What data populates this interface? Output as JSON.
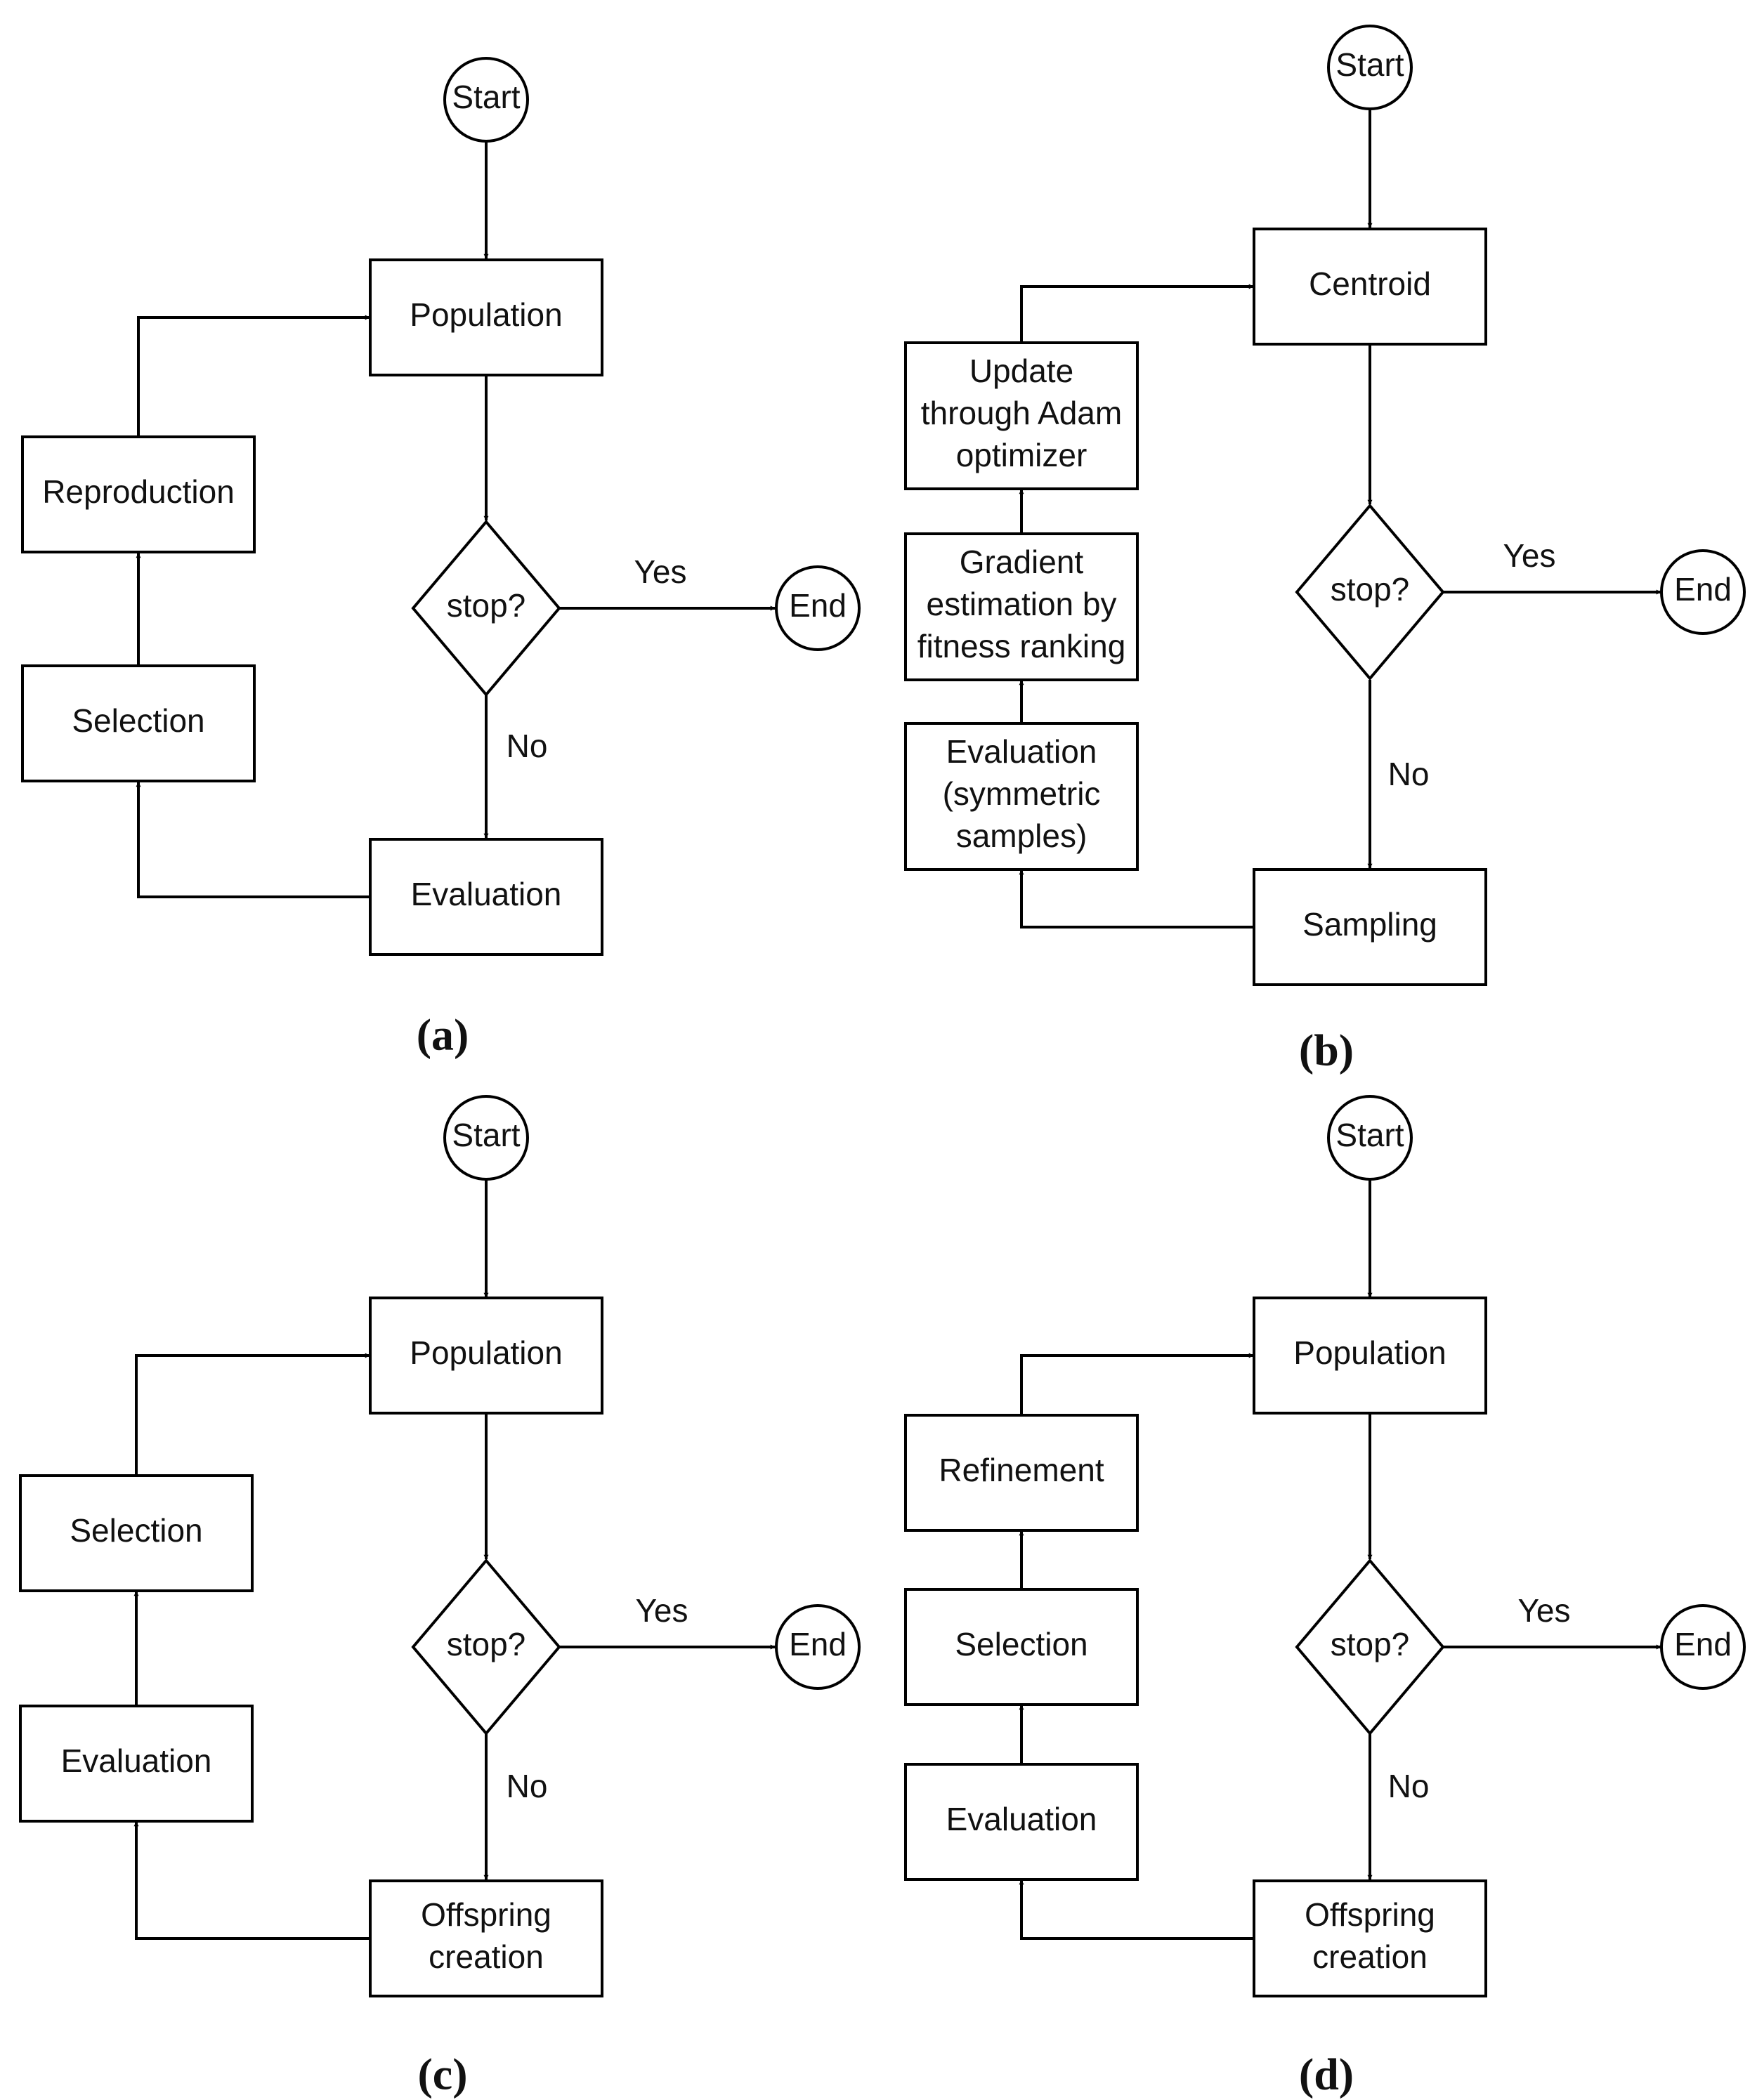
{
  "diagram": {
    "panels": [
      {
        "label": "(a)",
        "nodes": [
          {
            "id": "start",
            "type": "terminal",
            "text": [
              "Start"
            ]
          },
          {
            "id": "population",
            "type": "process",
            "text": [
              "Population"
            ]
          },
          {
            "id": "stop",
            "type": "decision",
            "text": [
              "stop?"
            ]
          },
          {
            "id": "end",
            "type": "terminal",
            "text": [
              "End"
            ]
          },
          {
            "id": "evaluation",
            "type": "process",
            "text": [
              "Evaluation"
            ]
          },
          {
            "id": "selection",
            "type": "process",
            "text": [
              "Selection"
            ]
          },
          {
            "id": "reproduction",
            "type": "process",
            "text": [
              "Reproduction"
            ]
          }
        ],
        "edges": [
          {
            "from": "start",
            "to": "population",
            "label": ""
          },
          {
            "from": "population",
            "to": "stop",
            "label": ""
          },
          {
            "from": "stop",
            "to": "end",
            "label": "Yes"
          },
          {
            "from": "stop",
            "to": "evaluation",
            "label": "No"
          },
          {
            "from": "evaluation",
            "to": "selection",
            "label": ""
          },
          {
            "from": "selection",
            "to": "reproduction",
            "label": ""
          },
          {
            "from": "reproduction",
            "to": "population",
            "label": ""
          }
        ]
      },
      {
        "label": "(b)",
        "nodes": [
          {
            "id": "start",
            "type": "terminal",
            "text": [
              "Start"
            ]
          },
          {
            "id": "centroid",
            "type": "process",
            "text": [
              "Centroid"
            ]
          },
          {
            "id": "stop",
            "type": "decision",
            "text": [
              "stop?"
            ]
          },
          {
            "id": "end",
            "type": "terminal",
            "text": [
              "End"
            ]
          },
          {
            "id": "sampling",
            "type": "process",
            "text": [
              "Sampling"
            ]
          },
          {
            "id": "evaluation",
            "type": "process",
            "text": [
              "Evaluation",
              "(symmetric",
              "samples)"
            ]
          },
          {
            "id": "gradient",
            "type": "process",
            "text": [
              "Gradient",
              "estimation by",
              "fitness ranking"
            ]
          },
          {
            "id": "update",
            "type": "process",
            "text": [
              "Update",
              "through Adam",
              "optimizer"
            ]
          }
        ],
        "edges": [
          {
            "from": "start",
            "to": "centroid",
            "label": ""
          },
          {
            "from": "centroid",
            "to": "stop",
            "label": ""
          },
          {
            "from": "stop",
            "to": "end",
            "label": "Yes"
          },
          {
            "from": "stop",
            "to": "sampling",
            "label": "No"
          },
          {
            "from": "sampling",
            "to": "evaluation",
            "label": ""
          },
          {
            "from": "evaluation",
            "to": "gradient",
            "label": ""
          },
          {
            "from": "gradient",
            "to": "update",
            "label": ""
          },
          {
            "from": "update",
            "to": "centroid",
            "label": ""
          }
        ]
      },
      {
        "label": "(c)",
        "nodes": [
          {
            "id": "start",
            "type": "terminal",
            "text": [
              "Start"
            ]
          },
          {
            "id": "population",
            "type": "process",
            "text": [
              "Population"
            ]
          },
          {
            "id": "stop",
            "type": "decision",
            "text": [
              "stop?"
            ]
          },
          {
            "id": "end",
            "type": "terminal",
            "text": [
              "End"
            ]
          },
          {
            "id": "offspring",
            "type": "process",
            "text": [
              "Offspring",
              "creation"
            ]
          },
          {
            "id": "evaluation",
            "type": "process",
            "text": [
              "Evaluation"
            ]
          },
          {
            "id": "selection",
            "type": "process",
            "text": [
              "Selection"
            ]
          }
        ],
        "edges": [
          {
            "from": "start",
            "to": "population",
            "label": ""
          },
          {
            "from": "population",
            "to": "stop",
            "label": ""
          },
          {
            "from": "stop",
            "to": "end",
            "label": "Yes"
          },
          {
            "from": "stop",
            "to": "offspring",
            "label": "No"
          },
          {
            "from": "offspring",
            "to": "evaluation",
            "label": ""
          },
          {
            "from": "evaluation",
            "to": "selection",
            "label": ""
          },
          {
            "from": "selection",
            "to": "population",
            "label": ""
          }
        ]
      },
      {
        "label": "(d)",
        "nodes": [
          {
            "id": "start",
            "type": "terminal",
            "text": [
              "Start"
            ]
          },
          {
            "id": "population",
            "type": "process",
            "text": [
              "Population"
            ]
          },
          {
            "id": "stop",
            "type": "decision",
            "text": [
              "stop?"
            ]
          },
          {
            "id": "end",
            "type": "terminal",
            "text": [
              "End"
            ]
          },
          {
            "id": "offspring",
            "type": "process",
            "text": [
              "Offspring",
              "creation"
            ]
          },
          {
            "id": "evaluation",
            "type": "process",
            "text": [
              "Evaluation"
            ]
          },
          {
            "id": "selection",
            "type": "process",
            "text": [
              "Selection"
            ]
          },
          {
            "id": "refinement",
            "type": "process",
            "text": [
              "Refinement"
            ]
          }
        ],
        "edges": [
          {
            "from": "start",
            "to": "population",
            "label": ""
          },
          {
            "from": "population",
            "to": "stop",
            "label": ""
          },
          {
            "from": "stop",
            "to": "end",
            "label": "Yes"
          },
          {
            "from": "stop",
            "to": "offspring",
            "label": "No"
          },
          {
            "from": "offspring",
            "to": "evaluation",
            "label": ""
          },
          {
            "from": "evaluation",
            "to": "selection",
            "label": ""
          },
          {
            "from": "selection",
            "to": "refinement",
            "label": ""
          },
          {
            "from": "refinement",
            "to": "population",
            "label": ""
          }
        ]
      }
    ]
  }
}
